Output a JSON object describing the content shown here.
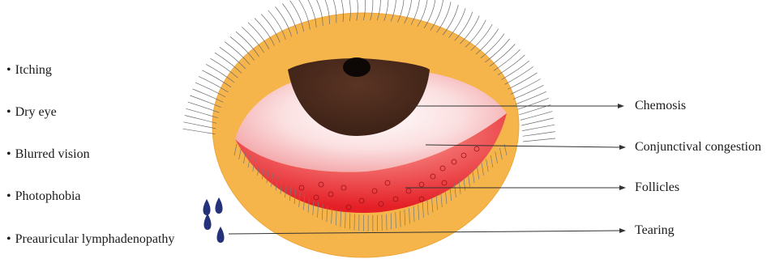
{
  "symptoms": [
    {
      "bullet": "•",
      "label": "Itching"
    },
    {
      "bullet": "•",
      "label": "Dry eye"
    },
    {
      "bullet": "•",
      "label": "Blurred vision"
    },
    {
      "bullet": "•",
      "label": "Photophobia"
    },
    {
      "bullet": "•",
      "label": "Preauricular lymphadenopathy"
    }
  ],
  "callouts": [
    {
      "label": "Chemosis"
    },
    {
      "label": "Conjunctival congestion"
    },
    {
      "label": "Follicles"
    },
    {
      "label": "Tearing"
    }
  ],
  "colors": {
    "skin": "#f6b54a",
    "skin_edge": "#eea53a",
    "iris": "#4a2a1c",
    "pupil": "#0d0806",
    "sclera_pink": "#f3a3a6",
    "lower_conjunctiva": "#e8222a",
    "tear": "#25327a",
    "leader": "#333333"
  }
}
